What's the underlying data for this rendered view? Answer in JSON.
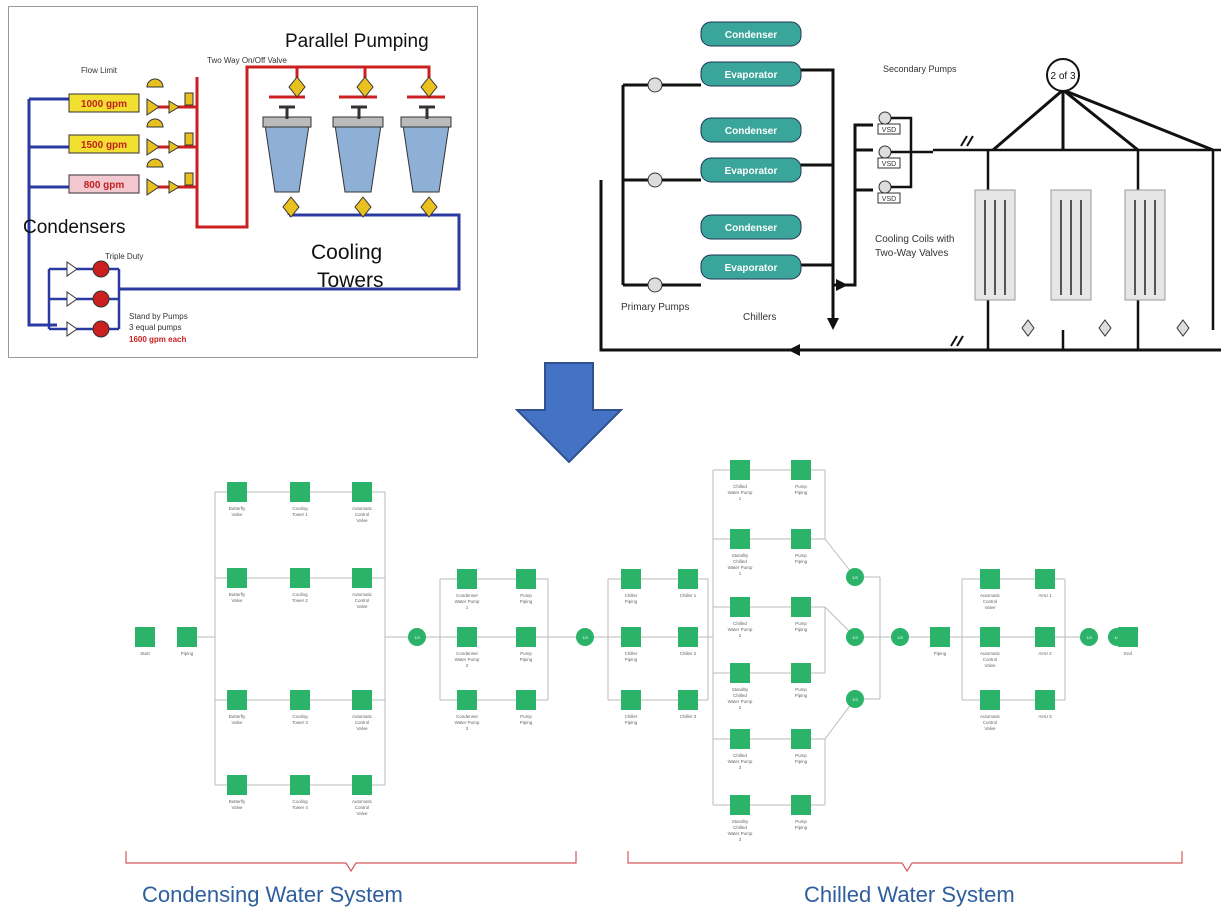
{
  "colors": {
    "red_pipe": "#cc2020",
    "blue_pipe": "#2b3aa0",
    "valve_yellow": "#e8c020",
    "chiller_teal": "#3aa59a",
    "block_green": "#2bb36a",
    "caption_blue": "#2f5e9e",
    "brace_red": "#d45a5a",
    "arrow_blue": "#4472c4"
  },
  "condenser_diagram": {
    "title": "Parallel Pumping",
    "flow_limit_label": "Flow Limit",
    "valve_label": "Two Way On/Off Valve",
    "condensers_label": "Condensers",
    "towers_label_line1": "Cooling",
    "towers_label_line2": "Towers",
    "triple_duty_label": "Triple Duty",
    "pump_note_line1": "Stand by Pumps",
    "pump_note_line2": "3 equal pumps",
    "pump_note_line3": "1600 gpm each",
    "condensers": [
      "1000 gpm",
      "1500 gpm",
      "800 gpm"
    ]
  },
  "chiller_diagram": {
    "secondary_pumps_label": "Secondary Pumps",
    "one_of_label": "2 of 3",
    "primary_pumps_label": "Primary Pumps",
    "chillers_label": "Chillers",
    "coils_label_line1": "Cooling Coils with",
    "coils_label_line2": "Two-Way Valves",
    "condenser_label": "Condenser",
    "evaporator_label": "Evaporator",
    "vfd_label": "VSD"
  },
  "rbd": {
    "start_label": "Start",
    "end_label": "End",
    "piping_label": "Piping",
    "junction_label": "1/3",
    "cond_groups": [
      [
        "Butterfly Valve",
        "Cooling Tower 1",
        "Automatic Control Valve"
      ],
      [
        "Butterfly Valve",
        "Cooling Tower 2",
        "Automatic Control Valve"
      ],
      [
        "Butterfly Valve",
        "Cooling Tower 3",
        "Automatic Control Valve"
      ],
      [
        "Butterfly Valve",
        "Cooling Tower 4",
        "Automatic Control Valve"
      ]
    ],
    "cond_pumps": [
      [
        "Condenser Water Pump 1",
        "Pump Piping"
      ],
      [
        "Condenser Water Pump 2",
        "Pump Piping"
      ],
      [
        "Condenser Water Pump 3",
        "Pump Piping"
      ]
    ],
    "chillers": [
      [
        "Chiller Piping",
        "Chiller 1"
      ],
      [
        "Chiller Piping",
        "Chiller 2"
      ],
      [
        "Chiller Piping",
        "Chiller 3"
      ]
    ],
    "chw_pumps": [
      [
        "Chilled Water Pump 1",
        "Pump Piping"
      ],
      [
        "Standby Chilled Water Pump 1",
        "Pump Piping"
      ],
      [
        "Chilled Water Pump 2",
        "Pump Piping"
      ],
      [
        "Standby Chilled Water Pump 2",
        "Pump Piping"
      ],
      [
        "Chilled Water Pump 3",
        "Pump Piping"
      ],
      [
        "Standby Chilled Water Pump 3",
        "Pump Piping"
      ]
    ],
    "ahus": [
      [
        "Automatic Control Valve",
        "AHU 1"
      ],
      [
        "Automatic Control Valve",
        "AHU 2"
      ],
      [
        "Automatic Control Valve",
        "AHU 3"
      ]
    ]
  },
  "captions": {
    "condensing": "Condensing Water System",
    "chilled": "Chilled Water System"
  }
}
